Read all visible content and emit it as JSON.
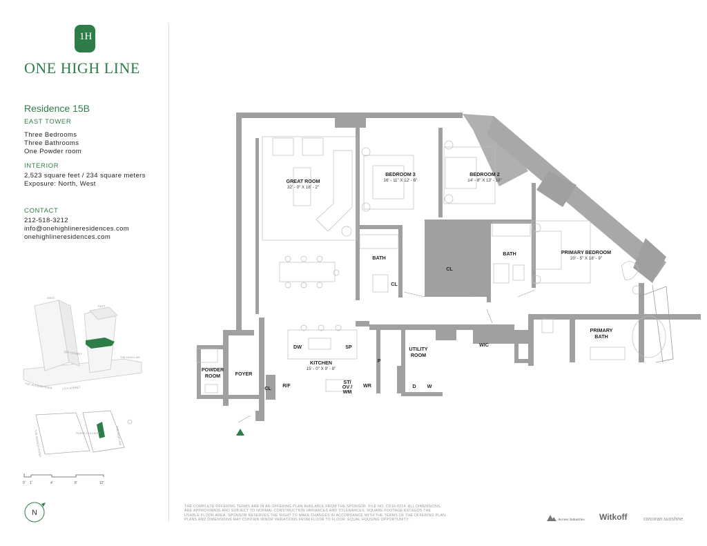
{
  "brand": {
    "logo_text": "1H",
    "name": "ONE HIGH LINE"
  },
  "residence": {
    "title": "Residence 15B",
    "tower": "EAST TOWER",
    "features": [
      "Three Bedrooms",
      "Three Bathrooms",
      "One Powder room"
    ]
  },
  "interior": {
    "heading": "INTERIOR",
    "size": "2,523 square feet / 234 square meters",
    "exposure": "Exposure: North, West"
  },
  "contact": {
    "heading": "CONTACT",
    "phone": "212-518-3212",
    "email": "info@onehighlineresidences.com",
    "website": "onehighlineresidences.com"
  },
  "site_map": {
    "tower_west": "WEST",
    "tower_east": "EAST",
    "street_18th": "18TH STREET",
    "high_line": "THE HIGH LINE",
    "hudson_river": "THE HUDSON RIVER",
    "street_17th": "17TH STREET",
    "hudson_river_2": "THE HUDSON RIVER",
    "porte_cochere": "PORTE-COCHERE",
    "high_line_2": "THE HIGH LINE"
  },
  "scale": {
    "ticks": [
      "0'",
      "1'",
      "4'",
      "8'",
      "12'"
    ]
  },
  "compass": "N",
  "rooms": {
    "great_room": {
      "name": "GREAT ROOM",
      "dim": "32' - 0\" X 18' - 2\""
    },
    "bedroom3": {
      "name": "BEDROOM 3",
      "dim": "16' - 11\" X 12' - 6\""
    },
    "bedroom2": {
      "name": "BEDROOM 2",
      "dim": "14' - 8\" X 13' - 10\""
    },
    "primary_bedroom": {
      "name": "PRIMARY BEDROOM",
      "dim": "20' - 5\" X 18' - 9\""
    },
    "bath1": "BATH",
    "bath2": "BATH",
    "cl_bed3": "CL",
    "cl_center": "CL",
    "primary_bath_1": "PRIMARY",
    "primary_bath_2": "BATH",
    "wic": "WIC",
    "utility_1": "UTILITY",
    "utility_2": "ROOM",
    "d": "D",
    "w": "W",
    "p": "P",
    "wr": "WR",
    "kitchen": {
      "name": "KITCHEN",
      "dim": "15' - 0\" X 9' - 8\""
    },
    "dw": "DW",
    "sp": "SP",
    "rf": "R/F",
    "st1": "ST/",
    "st2": "OV /",
    "st3": "WM",
    "cl_foyer": "CL",
    "foyer": "FOYER",
    "powder_1": "POWDER",
    "powder_2": "ROOM"
  },
  "disclaimer": "THE COMPLETE OFFERING TERMS ARE IN AN OFFERING PLAN AVAILABLE FROM THE SPONSOR. FILE NO. CD16-0214. ALL DIMENSIONS ARE APPROXIMATE AND SUBJECT TO NORMAL CONSTRUCTION VARIANCES AND TOLERANCES. SQUARE FOOTAGE EXCEEDS THE USABLE FLOOR AREA. SPONSOR RESERVES THE RIGHT TO MAKE CHANGES IN ACCORDANCE WITH THE TERMS OF THE OFFERING PLAN. PLANS AND DIMENSIONS MAY CONTAIN MINOR VARIATIONS FROM FLOOR TO FLOOR. EQUAL HOUSING OPPORTUNITY.",
  "footer_logos": {
    "access": "Access Industries",
    "witkoff": "Witkoff",
    "corcoran": "corcoran sunshine"
  }
}
